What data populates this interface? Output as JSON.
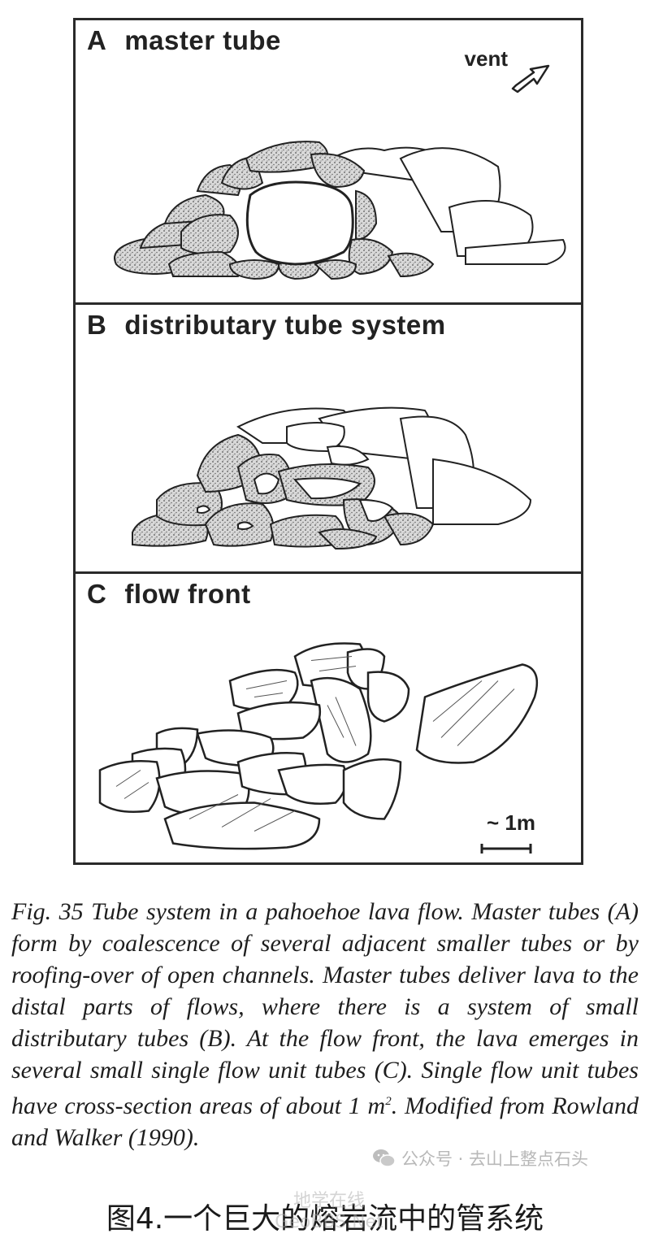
{
  "figure": {
    "panels": [
      {
        "letter": "A",
        "title": "master tube",
        "annotation": "vent",
        "annotation_icon": "vent-arrow-icon"
      },
      {
        "letter": "B",
        "title": "distributary tube system"
      },
      {
        "letter": "C",
        "title": "flow front",
        "scale_label": "~ 1m"
      }
    ]
  },
  "caption_en": {
    "text_before_sup": "Fig. 35 Tube system in a pahoehoe lava flow. Master tubes (A) form by coalescence of several adjacent smaller tubes or by roofing-over of open channels. Master tubes deliver lava to the distal parts of flows, where there is a system of small distributary tubes (B). At the flow front, the lava emerges in several small single flow unit tubes (C). Single flow unit tubes have cross-section areas of about 1 m",
    "sup": "2",
    "text_after_sup": ". Modified from Rowland and Walker (1990)."
  },
  "watermark": {
    "text": "公众号 · 去山上整点石头",
    "icon": "wechat-icon"
  },
  "watermark_overlay": {
    "line1": "地学在线",
    "line2": "GeoBBS.Net"
  },
  "caption_zh": "图4.一个巨大的熔岩流中的管系统"
}
